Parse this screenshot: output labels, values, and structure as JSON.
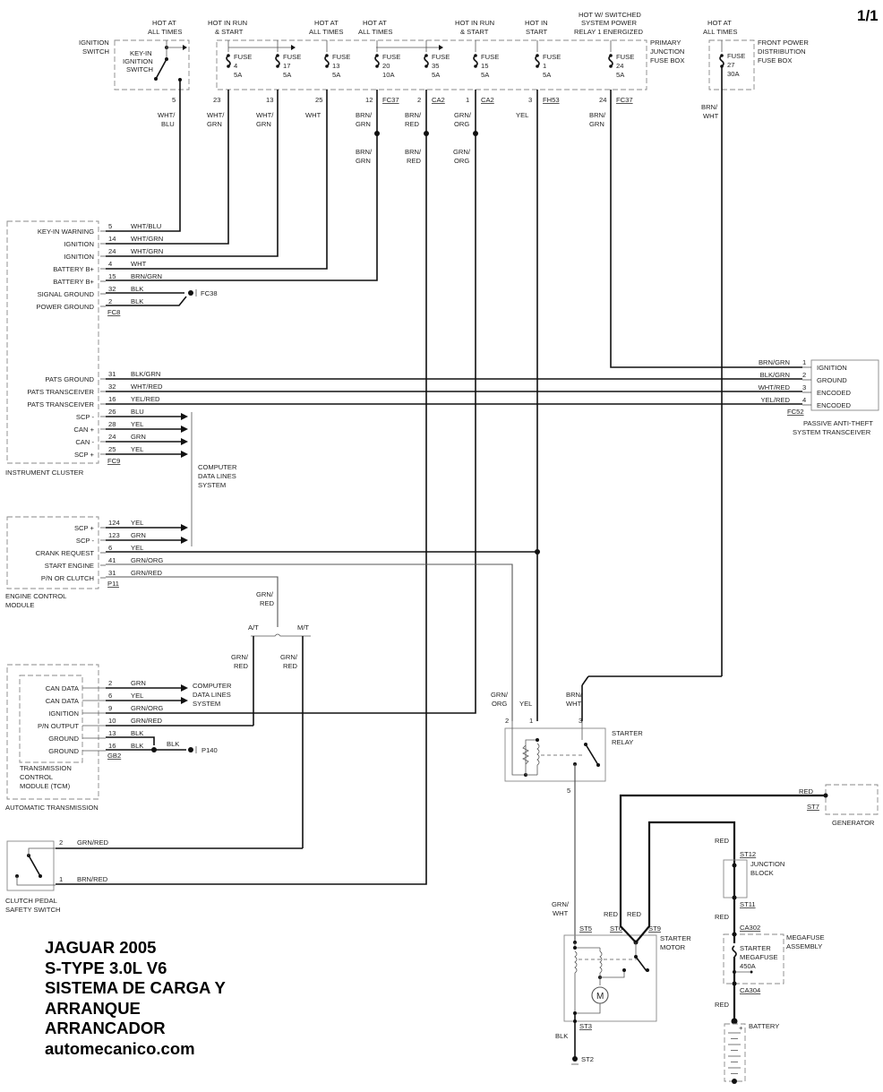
{
  "page_number": "1/1",
  "title_block": [
    "JAGUAR 2005",
    "S-TYPE 3.0L V6",
    "SISTEMA DE CARGA Y",
    "ARRANQUE",
    "ARRANCADOR",
    "automecanico.com"
  ],
  "ignition_switch": {
    "label": [
      "IGNITION",
      "SWITCH"
    ],
    "inner_label": [
      "KEY-IN",
      "IGNITION",
      "SWITCH"
    ],
    "power_note": [
      "HOT AT",
      "ALL TIMES"
    ],
    "pin": "5",
    "wire": [
      "WHT/",
      "BLU"
    ]
  },
  "primary_fuse_box": {
    "label": [
      "PRIMARY",
      "JUNCTION",
      "FUSE BOX"
    ],
    "power_notes": [
      {
        "lines": [
          "HOT IN RUN",
          "& START"
        ]
      },
      {
        "lines": [
          "HOT AT",
          "ALL TIMES"
        ]
      },
      {
        "lines": [
          "HOT AT",
          "ALL TIMES"
        ]
      },
      {
        "lines": [
          "HOT IN RUN",
          "& START"
        ]
      },
      {
        "lines": [
          "HOT IN",
          "START"
        ]
      },
      {
        "lines": [
          "HOT W/ SWITCHED",
          "SYSTEM POWER",
          "RELAY 1 ENERGIZED"
        ]
      }
    ],
    "fuses": [
      {
        "name": "FUSE",
        "number": "4",
        "rating": "5A",
        "pin": "23",
        "connector": "",
        "wire": [
          "WHT/",
          "GRN"
        ]
      },
      {
        "name": "FUSE",
        "number": "17",
        "rating": "5A",
        "pin": "13",
        "connector": "",
        "wire": [
          "WHT/",
          "GRN"
        ]
      },
      {
        "name": "FUSE",
        "number": "13",
        "rating": "5A",
        "pin": "25",
        "connector": "",
        "wire": [
          "WHT",
          ""
        ]
      },
      {
        "name": "FUSE",
        "number": "20",
        "rating": "10A",
        "pin": "12",
        "connector": "FC37",
        "wire": [
          "BRN/",
          "GRN"
        ]
      },
      {
        "name": "FUSE",
        "number": "35",
        "rating": "5A",
        "pin": "2",
        "connector": "CA2",
        "wire": [
          "BRN/",
          "RED"
        ]
      },
      {
        "name": "FUSE",
        "number": "15",
        "rating": "5A",
        "pin": "1",
        "connector": "CA2",
        "wire": [
          "GRN/",
          "ORG"
        ]
      },
      {
        "name": "FUSE",
        "number": "1",
        "rating": "5A",
        "pin": "3",
        "connector": "FH53",
        "wire": [
          "YEL",
          ""
        ]
      },
      {
        "name": "FUSE",
        "number": "24",
        "rating": "5A",
        "pin": "24",
        "connector": "FC37",
        "wire": [
          "BRN/",
          "GRN"
        ]
      }
    ],
    "splice_wires": [
      [
        "BRN/",
        "GRN"
      ],
      [
        "BRN/",
        "RED"
      ],
      [
        "GRN/",
        "ORG"
      ]
    ]
  },
  "front_fuse_box": {
    "label": [
      "FRONT POWER",
      "DISTRIBUTION",
      "FUSE BOX"
    ],
    "power_note": [
      "HOT AT",
      "ALL TIMES"
    ],
    "fuse": {
      "name": "FUSE",
      "number": "27",
      "rating": "30A"
    },
    "wire": [
      "BRN/",
      "WHT"
    ]
  },
  "instrument_cluster": {
    "label": "INSTRUMENT CLUSTER",
    "pins": [
      {
        "name": "KEY-IN WARNING",
        "pin": "5",
        "wire": "WHT/BLU"
      },
      {
        "name": "IGNITION",
        "pin": "14",
        "wire": "WHT/GRN"
      },
      {
        "name": "IGNITION",
        "pin": "24",
        "wire": "WHT/GRN"
      },
      {
        "name": "BATTERY B+",
        "pin": "4",
        "wire": "WHT"
      },
      {
        "name": "BATTERY B+",
        "pin": "15",
        "wire": "BRN/GRN"
      },
      {
        "name": "SIGNAL GROUND",
        "pin": "32",
        "wire": "BLK"
      },
      {
        "name": "POWER GROUND",
        "pin": "2",
        "wire": "BLK"
      }
    ],
    "connector_1": "FC8",
    "ground_label": "FC38",
    "pins2": [
      {
        "name": "PATS GROUND",
        "pin": "31",
        "wire": "BLK/GRN"
      },
      {
        "name": "PATS TRANSCEIVER",
        "pin": "32",
        "wire": "WHT/RED"
      },
      {
        "name": "PATS TRANSCEIVER",
        "pin": "16",
        "wire": "YEL/RED"
      },
      {
        "name": "SCP -",
        "pin": "26",
        "wire": "BLU"
      },
      {
        "name": "CAN +",
        "pin": "28",
        "wire": "YEL"
      },
      {
        "name": "CAN -",
        "pin": "24",
        "wire": "GRN"
      },
      {
        "name": "SCP +",
        "pin": "25",
        "wire": "YEL"
      }
    ],
    "connector_2": "FC9"
  },
  "data_lines": [
    "COMPUTER",
    "DATA LINES",
    "SYSTEM"
  ],
  "pats": {
    "label": [
      "PASSIVE ANTI-THEFT",
      "SYSTEM TRANSCEIVER"
    ],
    "connector": "FC52",
    "pins": [
      {
        "name": "IGNITION",
        "pin": "1",
        "wire": "BRN/GRN"
      },
      {
        "name": "GROUND",
        "pin": "2",
        "wire": "BLK/GRN"
      },
      {
        "name": "ENCODED",
        "pin": "3",
        "wire": "WHT/RED"
      },
      {
        "name": "ENCODED",
        "pin": "4",
        "wire": "YEL/RED"
      }
    ]
  },
  "ecm": {
    "label": [
      "ENGINE CONTROL",
      "MODULE"
    ],
    "connector": "P11",
    "pins": [
      {
        "name": "SCP +",
        "pin": "124",
        "wire": "YEL"
      },
      {
        "name": "SCP -",
        "pin": "123",
        "wire": "GRN"
      },
      {
        "name": "CRANK REQUEST",
        "pin": "6",
        "wire": "YEL"
      },
      {
        "name": "START ENGINE",
        "pin": "41",
        "wire": "GRN/ORG"
      },
      {
        "name": "P/N OR CLUTCH",
        "pin": "31",
        "wire": "GRN/RED"
      }
    ]
  },
  "at_mt_split": {
    "wire_in": [
      "GRN/",
      "RED"
    ],
    "at": "A/T",
    "mt": "M/T",
    "wire_at": [
      "GRN/",
      "RED"
    ],
    "wire_mt": [
      "GRN/",
      "RED"
    ]
  },
  "tcm": {
    "label": [
      "TRANSMISSION",
      "CONTROL",
      "MODULE (TCM)"
    ],
    "outer_label": "AUTOMATIC TRANSMISSION",
    "connector": "GB2",
    "pins": [
      {
        "name": "CAN DATA",
        "pin": "2",
        "wire": "GRN"
      },
      {
        "name": "CAN DATA",
        "pin": "6",
        "wire": "YEL"
      },
      {
        "name": "IGNITION",
        "pin": "9",
        "wire": "GRN/ORG"
      },
      {
        "name": "P/N OUTPUT",
        "pin": "10",
        "wire": "GRN/RED"
      },
      {
        "name": "GROUND",
        "pin": "13",
        "wire": "BLK"
      },
      {
        "name": "GROUND",
        "pin": "16",
        "wire": "BLK"
      }
    ],
    "ground_wire": "BLK",
    "ground_label": "P140"
  },
  "clutch_switch": {
    "label": [
      "CLUTCH PEDAL",
      "SAFETY SWITCH"
    ],
    "pins": [
      {
        "pin": "2",
        "wire": "GRN/RED"
      },
      {
        "pin": "1",
        "wire": "BRN/RED"
      }
    ]
  },
  "starter_relay": {
    "label": [
      "STARTER",
      "RELAY"
    ],
    "inputs": [
      {
        "pin": "2",
        "wire": [
          "GRN/",
          "ORG"
        ]
      },
      {
        "pin": "1",
        "wire": [
          "YEL",
          ""
        ]
      },
      {
        "pin": "3",
        "wire": [
          "BRN/",
          "WHT"
        ]
      }
    ],
    "output_pin": "5",
    "output_wire": [
      "GRN/",
      "WHT"
    ]
  },
  "starter_motor": {
    "label": [
      "STARTER",
      "MOTOR"
    ],
    "terminals": [
      "ST5",
      "ST6",
      "ST9",
      "ST3"
    ],
    "wires": [
      "RED",
      "RED"
    ],
    "ground_wire": "BLK",
    "ground_label": "ST2",
    "motor_symbol": "M"
  },
  "generator": {
    "label": "GENERATOR",
    "terminal": "ST7",
    "wire": "RED"
  },
  "junction_block": {
    "label": [
      "JUNCTION",
      "BLOCK"
    ],
    "terminals": [
      "ST12",
      "ST11"
    ],
    "wire": "RED"
  },
  "megafuse": {
    "label": [
      "MEGAFUSE",
      "ASSEMBLY"
    ],
    "fuse": [
      "STARTER",
      "MEGAFUSE",
      "450A"
    ],
    "terminals": [
      "CA302",
      "CA304"
    ],
    "wire_top": "RED",
    "wire_bottom": "RED"
  },
  "battery": {
    "label": "BATTERY",
    "polarity": "+"
  }
}
